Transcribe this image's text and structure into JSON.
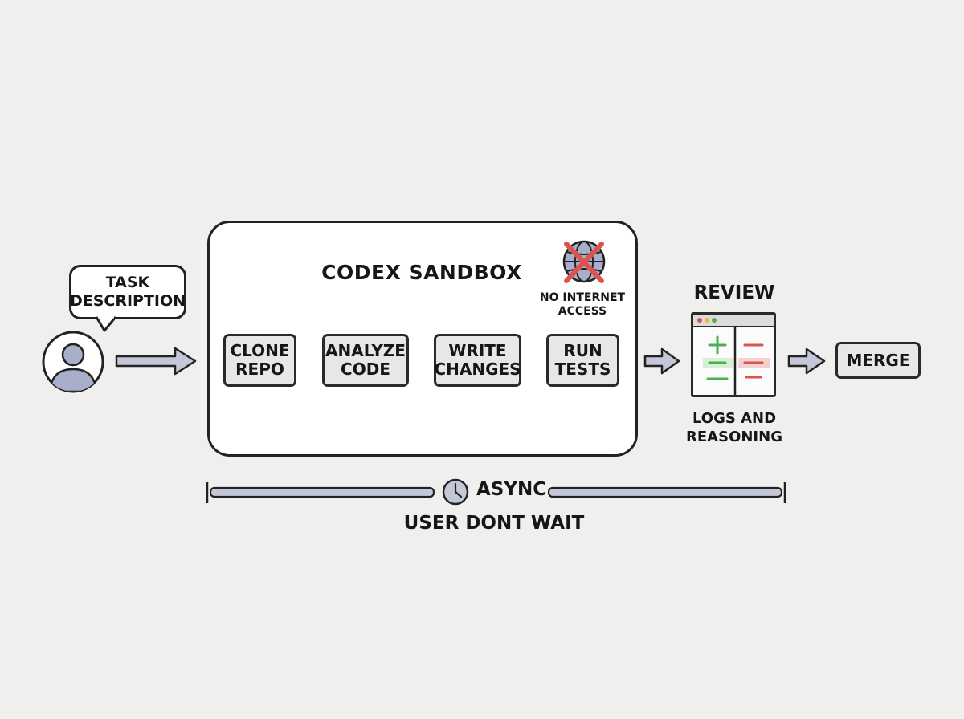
{
  "task": {
    "label": "TASK\nDESCRIPTION",
    "icon": "user-avatar-icon"
  },
  "sandbox": {
    "title": "CODEX SANDBOX",
    "restriction": "NO INTERNET\nACCESS",
    "restriction_icon": "no-internet-globe-icon",
    "steps": [
      {
        "label": "CLONE\nREPO"
      },
      {
        "label": "ANALYZE\nCODE"
      },
      {
        "label": "WRITE\nCHANGES"
      },
      {
        "label": "RUN\nTESTS"
      }
    ]
  },
  "review": {
    "title": "REVIEW",
    "icon": "diff-window-icon",
    "caption": "LOGS AND\nREASONING"
  },
  "merge": {
    "label": "MERGE"
  },
  "timeline": {
    "async_label": "ASYNC",
    "icon": "clock-icon",
    "note": "USER DONT WAIT"
  },
  "colors": {
    "background": "#efefee",
    "avatar": "#a9aecb",
    "arrow_fill": "#c3c7d8",
    "cross": "#d9534f",
    "diff_add": "#4caf50",
    "diff_remove": "#d9534f",
    "diff_add_bg": "#d6efd6",
    "diff_remove_bg": "#f3d1d1"
  }
}
